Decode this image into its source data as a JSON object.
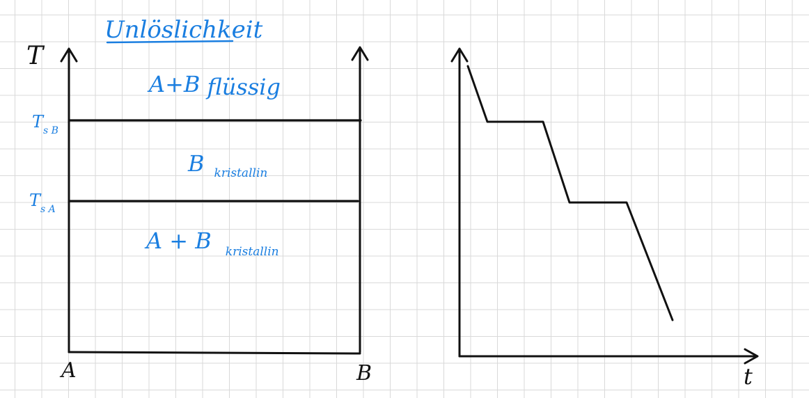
{
  "title": "Unlöslichkeit",
  "phase_diagram": {
    "y_axis_label": "T",
    "x_left_label": "A",
    "x_right_label": "B",
    "temperature_marks": [
      {
        "main": "T",
        "sub": "s B"
      },
      {
        "main": "T",
        "sub": "s A"
      }
    ],
    "regions": [
      {
        "main": "A+B",
        "rest": "flüssig"
      },
      {
        "main": "B",
        "rest": "kristallin"
      },
      {
        "main": "A + B",
        "rest": "kristallin"
      }
    ]
  },
  "cooling_curve": {
    "x_axis_label": "t"
  },
  "colors": {
    "ink_blue": "#1a7ee0",
    "ink_black": "#111111",
    "grid": "#d9d9d9"
  }
}
